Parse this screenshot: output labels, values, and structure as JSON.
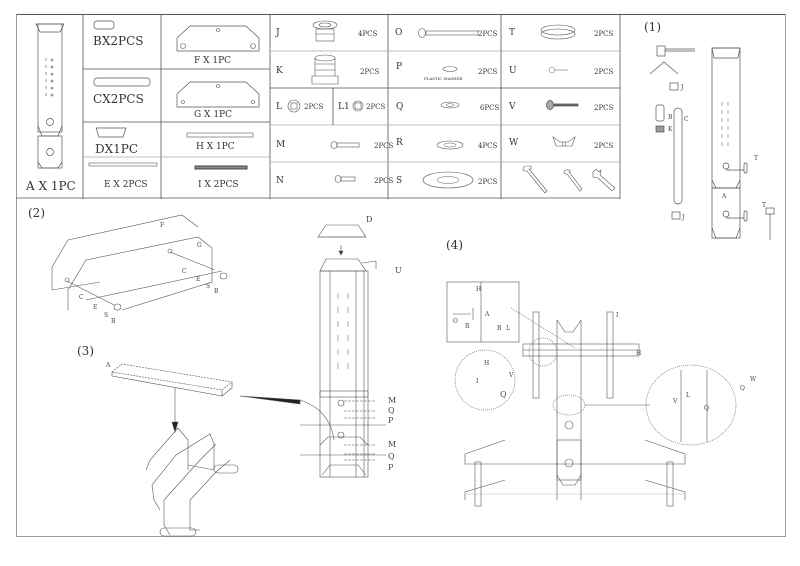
{
  "parts_list": {
    "large_parts": [
      {
        "id": "A",
        "label": "A X 1PC"
      },
      {
        "id": "B",
        "label": "BX2PCS"
      },
      {
        "id": "C",
        "label": "CX2PCS"
      },
      {
        "id": "D",
        "label": "DX1PC"
      },
      {
        "id": "E",
        "label": "E X 2PCS"
      },
      {
        "id": "F",
        "label": "F X 1PC"
      },
      {
        "id": "G",
        "label": "G X 1PC"
      },
      {
        "id": "H",
        "label": "H X 1PC"
      },
      {
        "id": "I",
        "label": "I X 2PCS"
      }
    ],
    "hardware": [
      {
        "id": "J",
        "qty": "4PCS"
      },
      {
        "id": "K",
        "qty": "2PCS"
      },
      {
        "id": "L",
        "qty": "2PCS"
      },
      {
        "id": "L1",
        "qty": "2PCS"
      },
      {
        "id": "M",
        "qty": "2PCS"
      },
      {
        "id": "N",
        "qty": "2PCS"
      },
      {
        "id": "O",
        "qty": "2PCS"
      },
      {
        "id": "P",
        "qty": "2PCS",
        "note": "PLASTIC WASHER"
      },
      {
        "id": "Q",
        "qty": "6PCS"
      },
      {
        "id": "R",
        "qty": "4PCS"
      },
      {
        "id": "S",
        "qty": "2PCS"
      },
      {
        "id": "T",
        "qty": "2PCS"
      },
      {
        "id": "U",
        "qty": "2PCS"
      },
      {
        "id": "V",
        "qty": "2PCS"
      },
      {
        "id": "W",
        "qty": "2PCS"
      }
    ],
    "tools_icons": [
      "hex-key-large-icon",
      "hex-key-small-icon",
      "wrench-icon"
    ]
  },
  "steps": {
    "step1": {
      "label": "(1)",
      "callouts": [
        "J",
        "B",
        "C",
        "K",
        "J",
        "T",
        "A",
        "T"
      ]
    },
    "step2": {
      "label": "(2)",
      "callouts": [
        "F",
        "G",
        "C",
        "E",
        "S",
        "B",
        "C",
        "E",
        "S",
        "B"
      ]
    },
    "step3": {
      "label": "(3)",
      "callouts": [
        "A"
      ]
    },
    "column": {
      "callouts": [
        "D",
        "U",
        "M",
        "Q",
        "P",
        "M",
        "Q",
        "P"
      ]
    },
    "step4": {
      "label": "(4)",
      "callouts": [
        "H",
        "O",
        "R",
        "A",
        "B",
        "L",
        "I",
        "H",
        "I",
        "H",
        "V",
        "Q",
        "V",
        "L",
        "Q",
        "W",
        "Q"
      ]
    }
  },
  "colors": {
    "line": "#555555",
    "frame": "#9a9a9a"
  }
}
